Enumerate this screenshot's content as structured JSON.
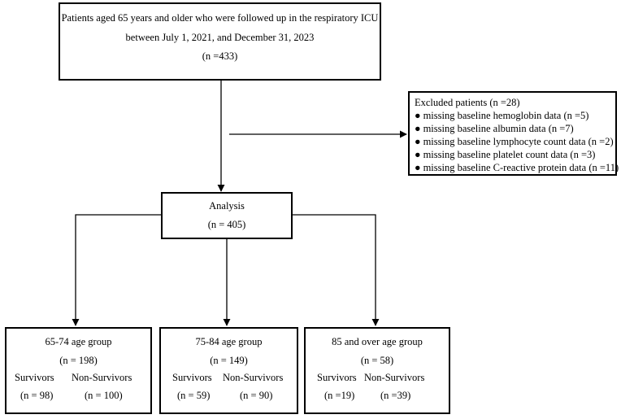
{
  "top": {
    "line1": "Patients aged 65 years and older who were followed up in the respiratory ICU",
    "line2": "between July 1, 2021, and December 31, 2023",
    "count": "(n =433)"
  },
  "excluded": {
    "title": "Excluded patients  (n =28)",
    "bullet": "●",
    "items": [
      "missing baseline hemoglobin data (n =5)",
      "missing baseline albumin data    (n =7)",
      "missing baseline lymphocyte count data (n =2)",
      "missing baseline platelet count data    (n =3)",
      "missing baseline C-reactive protein data (n =11)"
    ]
  },
  "analysis": {
    "title": "Analysis",
    "count": "(n = 405)"
  },
  "groups": [
    {
      "title": "65-74 age group",
      "count": "(n = 198)",
      "survivors_label": "Survivors",
      "nonsurvivors_label": "Non-Survivors",
      "survivors_n": "(n = 98)",
      "nonsurvivors_n": "(n = 100)"
    },
    {
      "title": "75-84 age group",
      "count": "(n = 149)",
      "survivors_label": "Survivors",
      "nonsurvivors_label": "Non-Survivors",
      "survivors_n": "(n = 59)",
      "nonsurvivors_n": "(n = 90)"
    },
    {
      "title": "85 and over age group",
      "count": "(n = 58)",
      "survivors_label": "Survivors",
      "nonsurvivors_label": "Non-Survivors",
      "survivors_n": "(n =19)",
      "nonsurvivors_n": "(n =39)"
    }
  ]
}
